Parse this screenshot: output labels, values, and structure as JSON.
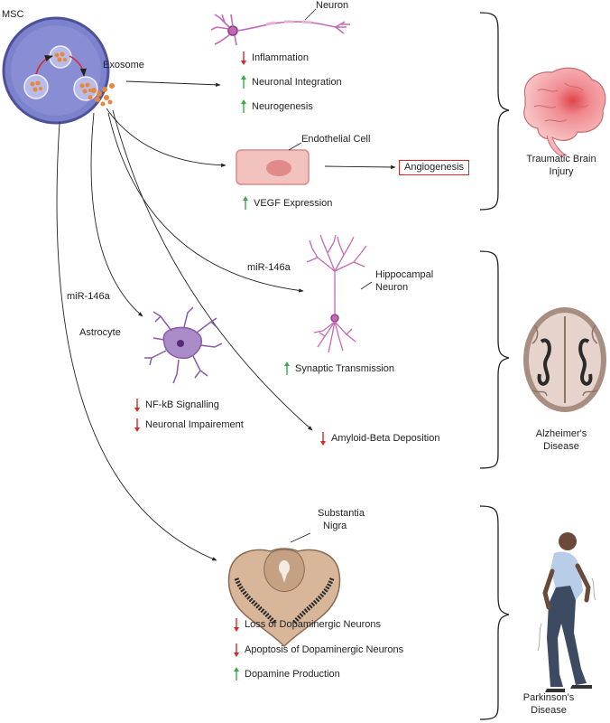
{
  "labels": {
    "msc": "MSC",
    "exosome": "Exosome",
    "neuron": "Neuron",
    "endothelial_cell": "Endothelial Cell",
    "angiogenesis": "Angiogenesis",
    "mir146a_top": "miR-146a",
    "mir146a_left": "miR-146a",
    "hippocampal_neuron": [
      "Hippocampal",
      "Neuron"
    ],
    "astrocyte": "Astrocyte",
    "substantia_nigra": [
      "Substantia",
      "Nigra"
    ]
  },
  "diseases": {
    "tbi": [
      "Traumatic Brain",
      "Injury"
    ],
    "alzheimers": [
      "Alzheimer's",
      "Disease"
    ],
    "parkinsons": [
      "Parkinson's",
      "Disease"
    ]
  },
  "effects": {
    "inflammation": {
      "text": "Inflammation",
      "direction": "down"
    },
    "neuronal_integration": {
      "text": "Neuronal Integration",
      "direction": "up"
    },
    "neurogenesis": {
      "text": "Neurogenesis",
      "direction": "up"
    },
    "vegf_expression": {
      "text": "VEGF Expression",
      "direction": "up"
    },
    "synaptic_transmission": {
      "text": "Synaptic Transmission",
      "direction": "up"
    },
    "nfkb_signalling": {
      "text": "NF-kB Signalling",
      "direction": "down"
    },
    "neuronal_impairment": {
      "text": "Neuronal Impairement",
      "direction": "down"
    },
    "amyloid_beta": {
      "text": "Amyloid-Beta Deposition",
      "direction": "down"
    },
    "loss_dopaminergic": {
      "text": "Loss of Dopaminergic Neurons",
      "direction": "down"
    },
    "apoptosis_dopaminergic": {
      "text": "Apoptosis of Dopaminergic Neurons",
      "direction": "down"
    },
    "dopamine_production": {
      "text": "Dopamine Production",
      "direction": "up"
    }
  },
  "colors": {
    "up_arrow": "#3aa84a",
    "down_arrow": "#d62828",
    "msc_fill": "#7d82cc",
    "exosome": "#e8873a",
    "neuron_pink": "#c46ab4",
    "astrocyte": "#8a5aa8",
    "endothelial": "#f2c2bf",
    "box_border": "#d62828"
  }
}
